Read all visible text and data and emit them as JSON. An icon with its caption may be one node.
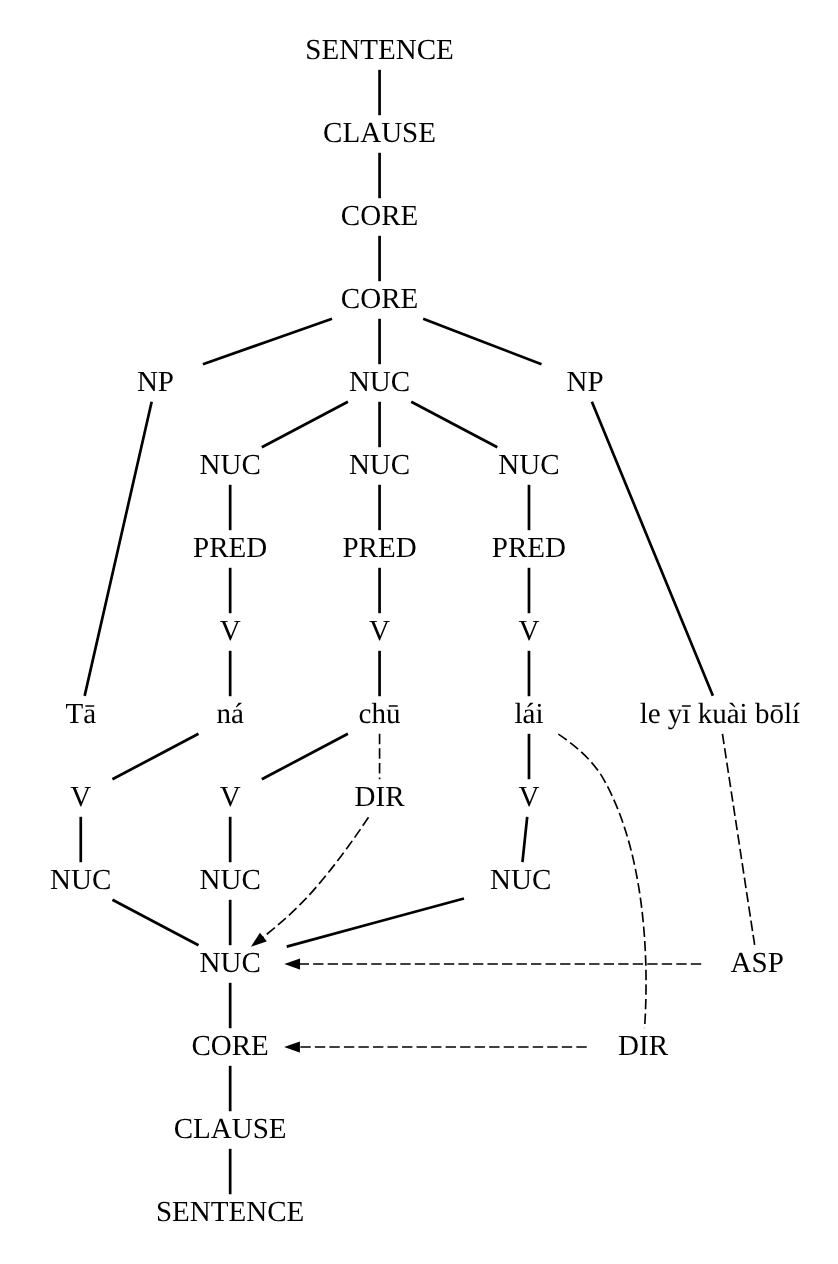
{
  "diagram": {
    "nodes": [
      {
        "text": [
          "SENTENCE"
        ]
      },
      {
        "text": [
          "CLAUSE"
        ]
      },
      {
        "text": [
          "CORE"
        ]
      },
      {
        "text": [
          "CORE"
        ]
      },
      {
        "text": [
          "NP"
        ]
      },
      {
        "text": [
          "NUC"
        ]
      },
      {
        "text": [
          "NP"
        ]
      },
      {
        "text": [
          "NUC"
        ]
      },
      {
        "text": [
          "NUC"
        ]
      },
      {
        "text": [
          "NUC"
        ]
      },
      {
        "text": [
          "PRED"
        ]
      },
      {
        "text": [
          "PRED"
        ]
      },
      {
        "text": [
          "PRED"
        ]
      },
      {
        "text": [
          "V"
        ]
      },
      {
        "text": [
          "V"
        ]
      },
      {
        "text": [
          "V"
        ]
      },
      {
        "text": [
          "Tā"
        ]
      },
      {
        "text": [
          "ná"
        ]
      },
      {
        "text": [
          "chū"
        ]
      },
      {
        "text": [
          "le yī kuài bōlí"
        ]
      },
      {
        "text": [
          "lái"
        ]
      },
      {
        "text": [
          "V"
        ]
      },
      {
        "text": [
          "V"
        ]
      },
      {
        "text": [
          "V"
        ]
      },
      {
        "text": [
          "NUC"
        ]
      },
      {
        "text": [
          "NUC"
        ]
      },
      {
        "text": [
          "NUC"
        ]
      },
      {
        "text": [
          "DIR"
        ]
      },
      {
        "text": [
          "NUC"
        ]
      },
      {
        "text": [
          "ASP"
        ]
      },
      {
        "text": [
          "CORE"
        ]
      },
      {
        "text": [
          "DIR"
        ]
      },
      {
        "text": [
          "CLAUSE"
        ]
      },
      {
        "text": [
          "SENTENCE"
        ]
      }
    ],
    "edges": [
      {
        "from": 0,
        "to": 1,
        "arrow": "none"
      },
      {
        "from": 1,
        "to": 2,
        "arrow": "none"
      },
      {
        "from": 2,
        "to": 3,
        "arrow": "none"
      },
      {
        "from": 3,
        "to": 4,
        "arrow": "none"
      },
      {
        "from": 3,
        "to": 5,
        "arrow": "none"
      },
      {
        "from": 3,
        "to": 6,
        "arrow": "none"
      },
      {
        "from": 5,
        "to": 7,
        "arrow": "none"
      },
      {
        "from": 5,
        "to": 8,
        "arrow": "none"
      },
      {
        "from": 5,
        "to": 9,
        "arrow": "none"
      },
      {
        "from": 7,
        "to": 10,
        "arrow": "none"
      },
      {
        "from": 8,
        "to": 11,
        "arrow": "none"
      },
      {
        "from": 9,
        "to": 12,
        "arrow": "none"
      },
      {
        "from": 10,
        "to": 13,
        "arrow": "none"
      },
      {
        "from": 11,
        "to": 14,
        "arrow": "none"
      },
      {
        "from": 12,
        "to": 15,
        "arrow": "none"
      },
      {
        "from": 4,
        "to": 16,
        "arrow": "none"
      },
      {
        "from": 13,
        "to": 17,
        "arrow": "none"
      },
      {
        "from": 14,
        "to": 18,
        "arrow": "none"
      },
      {
        "from": 6,
        "to": 19,
        "arrow": "none"
      },
      {
        "from": 15,
        "to": 20,
        "arrow": "none"
      },
      {
        "from": 17,
        "to": 21,
        "arrow": "none"
      },
      {
        "from": 18,
        "to": 22,
        "arrow": "none"
      },
      {
        "from": 20,
        "to": 23,
        "arrow": "none"
      },
      {
        "from": 21,
        "to": 24,
        "arrow": "none"
      },
      {
        "from": 22,
        "to": 25,
        "arrow": "none"
      },
      {
        "from": 23,
        "to": 26,
        "arrow": "none"
      },
      {
        "from": 24,
        "to": 28,
        "arrow": "none"
      },
      {
        "from": 25,
        "to": 28,
        "arrow": "none"
      },
      {
        "from": 26,
        "to": 28,
        "arrow": "none"
      },
      {
        "from": 18,
        "to": 27,
        "arrow": "none",
        "style": "dashed"
      },
      {
        "from": 27,
        "to": 28,
        "arrow": "to",
        "style": "dashed"
      },
      {
        "from": 19,
        "to": 29,
        "arrow": "none",
        "style": "dashed"
      },
      {
        "from": 29,
        "to": 28,
        "arrow": "to",
        "style": "dashed"
      },
      {
        "from": 20,
        "to": 31,
        "arrow": "none",
        "style": "dashed"
      },
      {
        "from": 31,
        "to": 30,
        "arrow": "to",
        "style": "dashed"
      },
      {
        "from": 28,
        "to": 30,
        "arrow": "none"
      },
      {
        "from": 30,
        "to": 32,
        "arrow": "none"
      },
      {
        "from": 32,
        "to": 33,
        "arrow": "none"
      }
    ]
  }
}
